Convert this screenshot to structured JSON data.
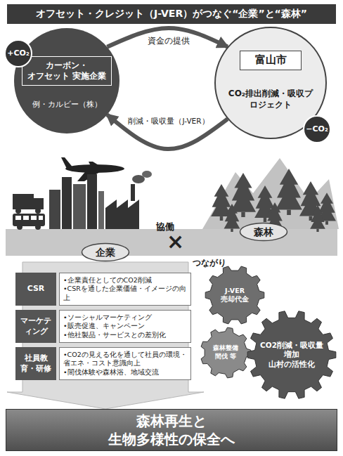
{
  "diagram": {
    "title": "オフセット・クレジット（J-VER）がつなぐ“企業”と“森林”",
    "nodes": [
      {
        "text": [
          "+CO₂",
          "例・カルビー（株）"
        ]
      },
      {
        "text": [
          "カーボン・オフセット 実施企業"
        ],
        "in": 0
      },
      {
        "text": [
          "−CO₂",
          "CO₂排出削減・吸収プロジェクト"
        ]
      },
      {
        "text": [
          "富山市"
        ],
        "in": 2
      },
      {
        "text": [
          "企業"
        ]
      },
      {
        "text": [
          "森林"
        ]
      },
      {
        "text": [
          "CSR"
        ]
      },
      {
        "text": [
          "•企業責任としてのCO2削減",
          "•CSRを通した企業価値・イメージの向上"
        ]
      },
      {
        "text": [
          "マーケティング"
        ]
      },
      {
        "text": [
          "•ソーシャルマーケティング",
          "•販売促進、キャンペーン",
          "•他社製品・サービスとの差別化"
        ]
      },
      {
        "text": [
          "社員教育・研修"
        ]
      },
      {
        "text": [
          "•CO2の見える化を通して社員の環境・省エネ・コスト意識向上",
          "•間伐体験や森林浴、地域交流"
        ]
      },
      {
        "text": [
          "J-VER 売却代金"
        ]
      },
      {
        "text": [
          "森林整備 間伐 等"
        ]
      },
      {
        "text": [
          "CO2削減・吸収量 増加",
          "山村の活性化"
        ]
      },
      {
        "text": [
          "森林再生と 生物多様性の保全へ"
        ]
      }
    ],
    "edges": [
      {
        "from": 0,
        "to": 2,
        "label": "資金の提供",
        "arrow": "to"
      },
      {
        "from": 2,
        "to": 0,
        "label": "削減・吸収量（J-VER）",
        "arrow": "to"
      },
      {
        "from": 4,
        "to": 15,
        "arrow": "to"
      }
    ],
    "labels": [
      "協働",
      "×",
      "つながり"
    ]
  }
}
